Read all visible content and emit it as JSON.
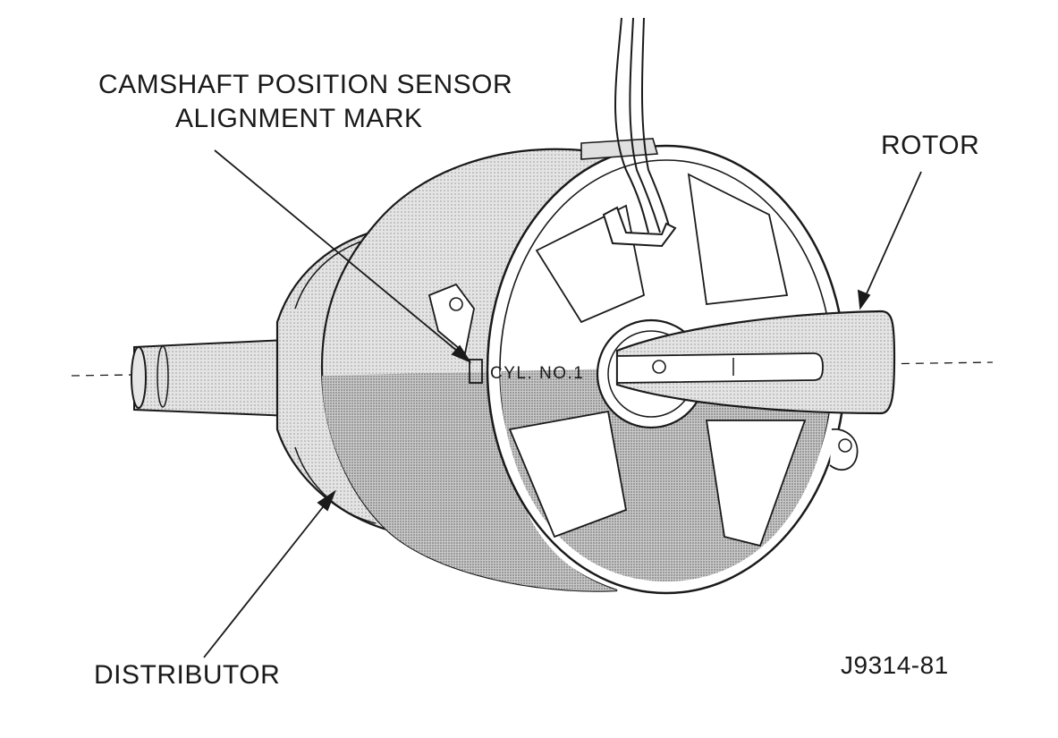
{
  "diagram": {
    "labels": {
      "camshaft_line1": "CAMSHAFT POSITION SENSOR",
      "camshaft_line2": "ALIGNMENT MARK",
      "rotor": "ROTOR",
      "distributor": "DISTRIBUTOR",
      "cyl_mark": "CYL. NO.1",
      "figure_code": "J9314-81"
    },
    "colors": {
      "ink": "#1a1a1a",
      "shade_light": "#d9d9d9",
      "shade_mid": "#bdbdbd",
      "paper": "#ffffff"
    }
  }
}
